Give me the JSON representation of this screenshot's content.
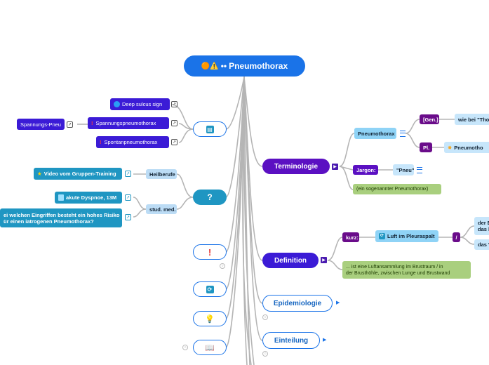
{
  "root": {
    "icons": "🟠⚠️",
    "dots": "••",
    "title": "Pneumothorax"
  },
  "topic_notes": {
    "icon": "notes-icon"
  },
  "topic_question": {
    "label": "?"
  },
  "topic_exclaim": {
    "label": "!"
  },
  "topic_refresh": {
    "label": "🔄"
  },
  "topic_bulb": {
    "label": "💡"
  },
  "topic_book": {
    "label": "📖"
  },
  "left_top": {
    "deep_sulcus": "Deep sulcus sign",
    "spannungspneumothorax": "Spannungspneumothorax",
    "spannungs_pneu": "Spannungs-Pneu",
    "spontanpneumothorax": "Spontanpneumothorax"
  },
  "left_question": {
    "video": "Video vom Gruppen-Training",
    "heilberufe": "Heilberufe",
    "akute": "akute Dyspnoe, 13M",
    "stud_med": "stud. med.",
    "frage_line1": "ei welchen Eingriffen besteht ein hohes Risiko",
    "frage_line2": "ür einen iatrogenen Pneumothorax?"
  },
  "terminologie": {
    "label": "Terminologie",
    "pneumothorax_tag": "Pneumothorax",
    "gen": "[Gen.]",
    "gen_value": "wie bei \"Thor",
    "pl": "Pl.",
    "pl_value": "Pneumotho",
    "jargon": "Jargon:",
    "pneu": "\"Pneu\"",
    "sogenannter": "(ein sogenannter Pneumothorax)"
  },
  "definition": {
    "label": "Definition",
    "kurz": "kurz:",
    "luft": "Luft im Pleuraspalt",
    "slash": "/",
    "right_top_line1": "der E",
    "right_top_line2": "das l",
    "right_bottom": "das V",
    "lang_line1": "... ist eine Luftansammlung im Brustraum / in",
    "lang_line2": "der Brusthöhle, zwischen Lunge und Brustwand"
  },
  "epidemiologie": {
    "label": "Epidemiologie"
  },
  "einteilung": {
    "label": "Einteilung"
  },
  "colors": {
    "root": "#1a73e8",
    "purple": "#5b10c2",
    "blue_tag": "#3b1bd6",
    "teal": "#1f96c2",
    "green": "#a9cf7e",
    "lines": "#b5b5b5"
  }
}
